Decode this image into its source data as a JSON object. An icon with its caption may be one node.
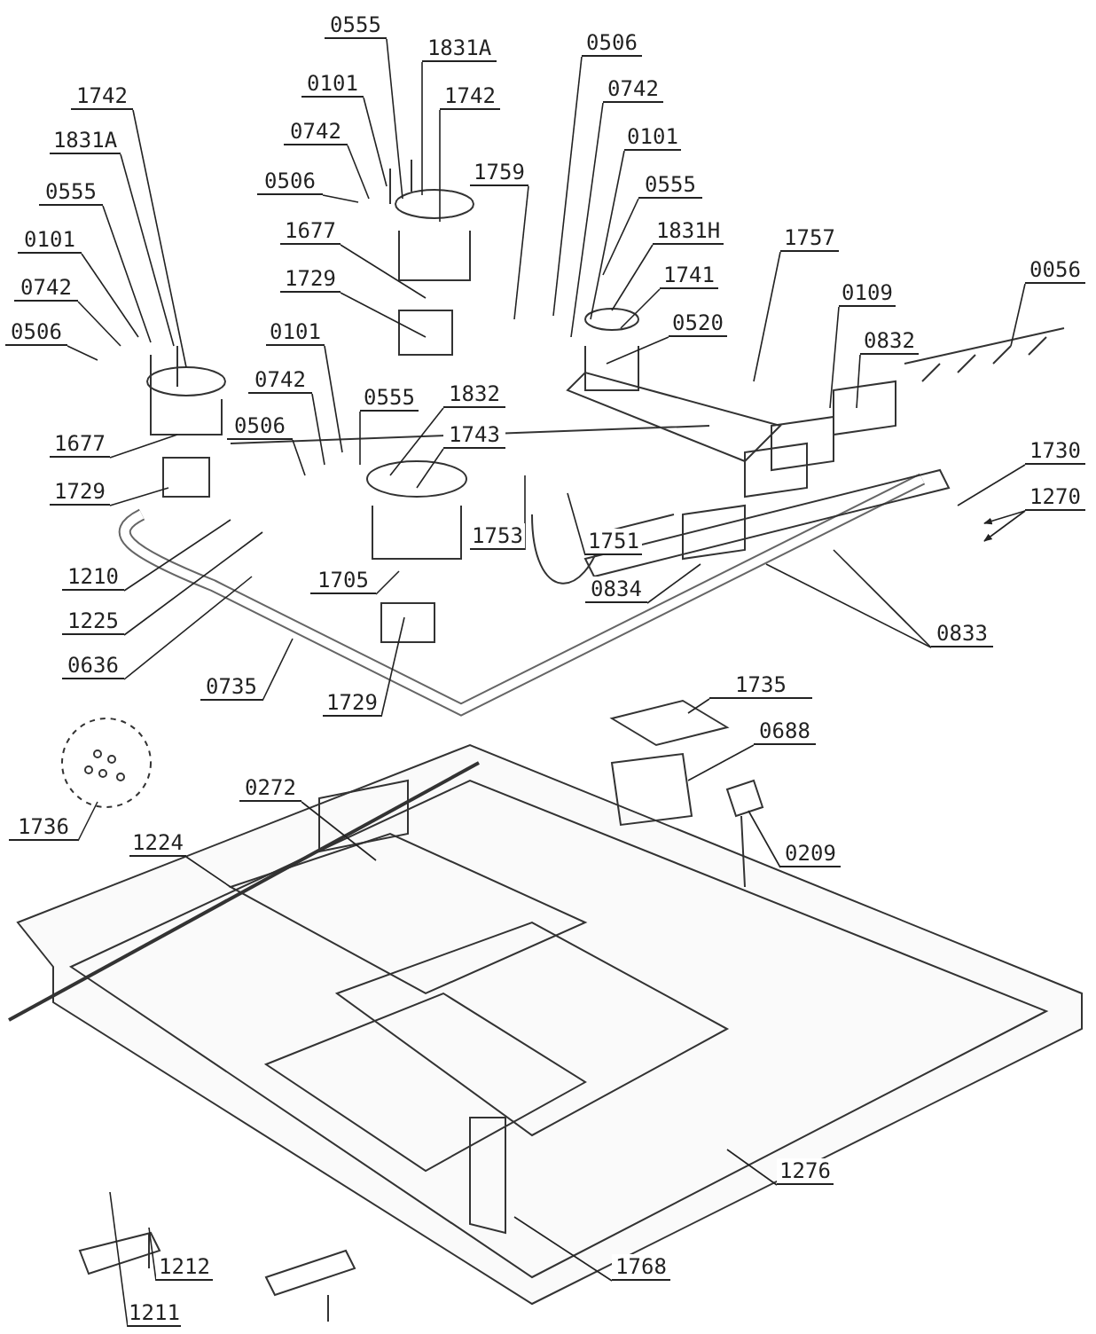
{
  "diagram": {
    "nodes": [
      {
        "text": [
          "1742"
        ]
      },
      {
        "text": [
          "1831A"
        ]
      },
      {
        "text": [
          "0555"
        ]
      },
      {
        "text": [
          "0101"
        ]
      },
      {
        "text": [
          "0742"
        ]
      },
      {
        "text": [
          "0506"
        ]
      },
      {
        "text": [
          "1677"
        ]
      },
      {
        "text": [
          "1729"
        ]
      },
      {
        "text": [
          "1210"
        ]
      },
      {
        "text": [
          "1225"
        ]
      },
      {
        "text": [
          "0636"
        ]
      },
      {
        "text": [
          "0735"
        ]
      },
      {
        "text": [
          "0555"
        ]
      },
      {
        "text": [
          "1831A"
        ]
      },
      {
        "text": [
          "0101"
        ]
      },
      {
        "text": [
          "1742"
        ]
      },
      {
        "text": [
          "0742"
        ]
      },
      {
        "text": [
          "0506"
        ]
      },
      {
        "text": [
          "1677"
        ]
      },
      {
        "text": [
          "1729"
        ]
      },
      {
        "text": [
          "1759"
        ]
      },
      {
        "text": [
          "0101"
        ]
      },
      {
        "text": [
          "0742"
        ]
      },
      {
        "text": [
          "0555"
        ]
      },
      {
        "text": [
          "0506"
        ]
      },
      {
        "text": [
          "1832"
        ]
      },
      {
        "text": [
          "1743"
        ]
      },
      {
        "text": [
          "1753"
        ]
      },
      {
        "text": [
          "1705"
        ]
      },
      {
        "text": [
          "1729"
        ]
      },
      {
        "text": [
          "0506"
        ]
      },
      {
        "text": [
          "0742"
        ]
      },
      {
        "text": [
          "0101"
        ]
      },
      {
        "text": [
          "0555"
        ]
      },
      {
        "text": [
          "1831H"
        ]
      },
      {
        "text": [
          "1741"
        ]
      },
      {
        "text": [
          "0520"
        ]
      },
      {
        "text": [
          "1757"
        ]
      },
      {
        "text": [
          "0109"
        ]
      },
      {
        "text": [
          "0832"
        ]
      },
      {
        "text": [
          "0056"
        ]
      },
      {
        "text": [
          "1730"
        ]
      },
      {
        "text": [
          "1270"
        ]
      },
      {
        "text": [
          "1751"
        ]
      },
      {
        "text": [
          "0834"
        ]
      },
      {
        "text": [
          "0833"
        ]
      },
      {
        "text": [
          "1735"
        ]
      },
      {
        "text": [
          "0688"
        ]
      },
      {
        "text": [
          "1736"
        ]
      },
      {
        "text": [
          "0272"
        ]
      },
      {
        "text": [
          "1224"
        ]
      },
      {
        "text": [
          "0209"
        ]
      },
      {
        "text": [
          "1276"
        ]
      },
      {
        "text": [
          "1768"
        ]
      },
      {
        "text": [
          "1212"
        ]
      },
      {
        "text": [
          "1211"
        ]
      }
    ],
    "edges": [
      {
        "from": 0,
        "to": null,
        "arrow": "none"
      },
      {
        "from": 1,
        "to": null,
        "arrow": "none"
      },
      {
        "from": 2,
        "to": null,
        "arrow": "none"
      },
      {
        "from": 3,
        "to": null,
        "arrow": "none"
      },
      {
        "from": 4,
        "to": null,
        "arrow": "none"
      },
      {
        "from": 5,
        "to": null,
        "arrow": "none"
      },
      {
        "from": 6,
        "to": null,
        "arrow": "none"
      },
      {
        "from": 7,
        "to": null,
        "arrow": "none"
      },
      {
        "from": 8,
        "to": null,
        "arrow": "none"
      },
      {
        "from": 9,
        "to": null,
        "arrow": "none"
      },
      {
        "from": 10,
        "to": null,
        "arrow": "none"
      },
      {
        "from": 11,
        "to": null,
        "arrow": "none"
      },
      {
        "from": 12,
        "to": null,
        "arrow": "none"
      },
      {
        "from": 13,
        "to": null,
        "arrow": "none"
      },
      {
        "from": 14,
        "to": null,
        "arrow": "none"
      },
      {
        "from": 15,
        "to": null,
        "arrow": "none"
      },
      {
        "from": 16,
        "to": null,
        "arrow": "none"
      },
      {
        "from": 17,
        "to": null,
        "arrow": "none"
      },
      {
        "from": 18,
        "to": null,
        "arrow": "none"
      },
      {
        "from": 19,
        "to": null,
        "arrow": "none"
      },
      {
        "from": 20,
        "to": null,
        "arrow": "none"
      },
      {
        "from": 21,
        "to": null,
        "arrow": "none"
      },
      {
        "from": 22,
        "to": null,
        "arrow": "none"
      },
      {
        "from": 23,
        "to": null,
        "arrow": "none"
      },
      {
        "from": 24,
        "to": null,
        "arrow": "none"
      },
      {
        "from": 25,
        "to": null,
        "arrow": "none"
      },
      {
        "from": 26,
        "to": null,
        "arrow": "none"
      },
      {
        "from": 27,
        "to": null,
        "arrow": "none"
      },
      {
        "from": 28,
        "to": null,
        "arrow": "none"
      },
      {
        "from": 29,
        "to": null,
        "arrow": "none"
      },
      {
        "from": 30,
        "to": null,
        "arrow": "none"
      },
      {
        "from": 31,
        "to": null,
        "arrow": "none"
      },
      {
        "from": 32,
        "to": null,
        "arrow": "none"
      },
      {
        "from": 33,
        "to": null,
        "arrow": "none"
      },
      {
        "from": 34,
        "to": null,
        "arrow": "none"
      },
      {
        "from": 35,
        "to": null,
        "arrow": "none"
      },
      {
        "from": 36,
        "to": null,
        "arrow": "none"
      },
      {
        "from": 37,
        "to": null,
        "arrow": "none"
      },
      {
        "from": 38,
        "to": null,
        "arrow": "none"
      },
      {
        "from": 39,
        "to": null,
        "arrow": "none"
      },
      {
        "from": 40,
        "to": null,
        "arrow": "none"
      },
      {
        "from": 41,
        "to": null,
        "arrow": "none"
      },
      {
        "from": 42,
        "to": null,
        "arrow": "to"
      },
      {
        "from": 42,
        "to": null,
        "arrow": "to"
      },
      {
        "from": 43,
        "to": null,
        "arrow": "none"
      },
      {
        "from": 44,
        "to": null,
        "arrow": "none"
      },
      {
        "from": 45,
        "to": null,
        "arrow": "none"
      },
      {
        "from": 45,
        "to": null,
        "arrow": "none"
      },
      {
        "from": 46,
        "to": null,
        "arrow": "none"
      },
      {
        "from": 47,
        "to": null,
        "arrow": "none"
      },
      {
        "from": 48,
        "to": null,
        "arrow": "none"
      },
      {
        "from": 49,
        "to": null,
        "arrow": "none"
      },
      {
        "from": 50,
        "to": null,
        "arrow": "none"
      },
      {
        "from": 51,
        "to": null,
        "arrow": "none"
      },
      {
        "from": 52,
        "to": null,
        "arrow": "none"
      },
      {
        "from": 53,
        "to": null,
        "arrow": "none"
      },
      {
        "from": 54,
        "to": null,
        "arrow": "none"
      },
      {
        "from": 55,
        "to": null,
        "arrow": "none"
      }
    ]
  }
}
